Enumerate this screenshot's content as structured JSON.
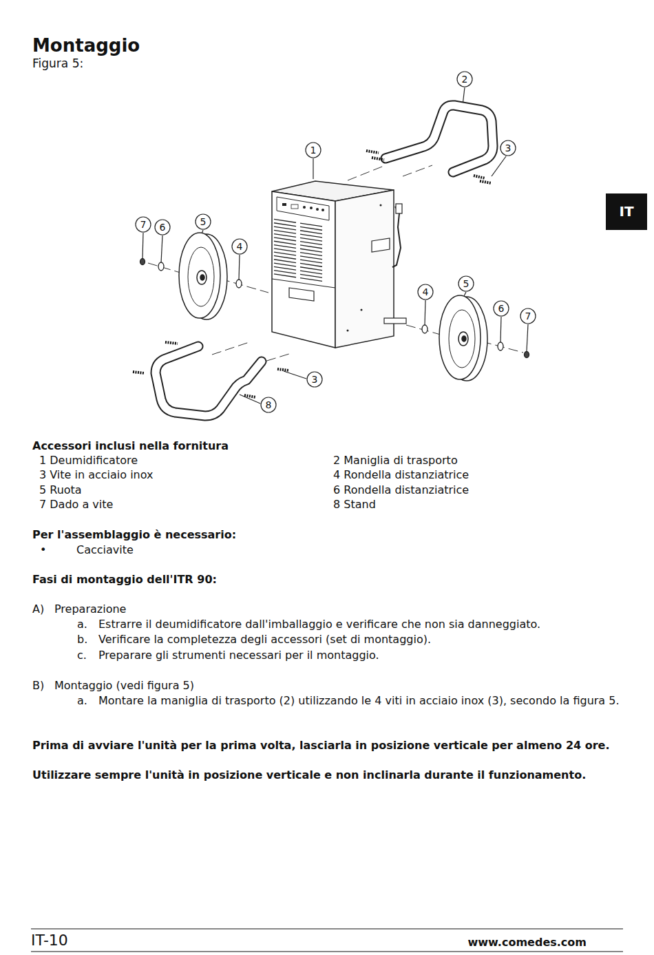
{
  "diagram": {
    "title": "Montaggio",
    "nodes": [
      {
        "text": [
          "2"
        ]
      },
      {
        "text": [
          "3"
        ]
      },
      {
        "text": [
          "1"
        ]
      },
      {
        "text": [
          "IT"
        ]
      },
      {
        "text": [
          "5"
        ]
      },
      {
        "text": [
          "7"
        ]
      },
      {
        "text": [
          "6"
        ]
      },
      {
        "text": [
          "4"
        ]
      },
      {
        "text": [
          "5"
        ]
      },
      {
        "text": [
          "4"
        ]
      },
      {
        "text": [
          "6"
        ]
      },
      {
        "text": [
          "7"
        ]
      },
      {
        "text": [
          "3"
        ]
      },
      {
        "text": [
          "8"
        ]
      }
    ],
    "labels": [
      "Figura 5:",
      "Accessori inclusi nella fornitura",
      "1 Deumidificatore",
      "2 Maniglia di trasporto",
      "3 Vite in acciaio inox",
      "4 Rondella distanziatrice",
      "5 Ruota",
      "6 Rondella distanziatrice",
      "7 Dado a vite",
      "8 Stand",
      "Per l'assemblaggio è necessario:",
      "•",
      "Cacciavite",
      "Fasi di montaggio dell'ITR 90:",
      "A)",
      "Preparazione",
      "a.",
      "Estrarre il deumidificatore dall'imballaggio e verificare che non sia danneggiato.",
      "b.",
      "Verificare la completezza degli accessori (set di montaggio).",
      "c.",
      "Preparare gli strumenti necessari per il montaggio.",
      "B)",
      "Montaggio (vedi figura 5)",
      "a.",
      "Montare la maniglia di trasporto (2) utilizzando le 4 viti in acciaio inox (3), secondo la figura 5.",
      "Prima di avviare l'unità per la prima volta, lasciarla in posizione verticale per almeno 24 ore.",
      "Utilizzare sempre l'unità in posizione verticale e non inclinarla durante il funzionamento.",
      "IT-10",
      "www.comedes.com"
    ]
  }
}
